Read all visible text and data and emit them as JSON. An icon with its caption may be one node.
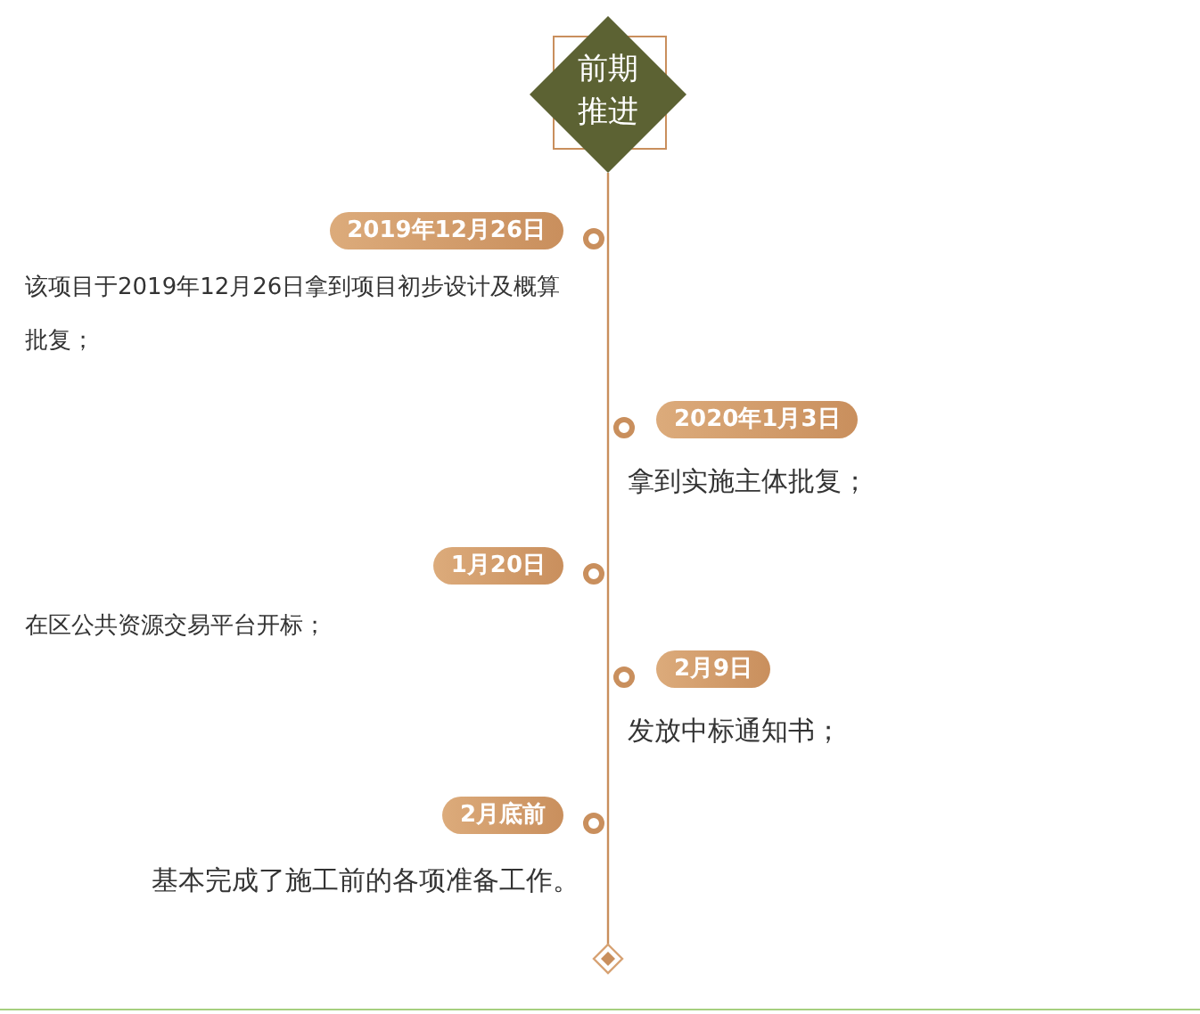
{
  "diagram": {
    "nodes": [
      {
        "text": [
          "前期推进"
        ]
      },
      {
        "text": [
          "2019年12月26日"
        ],
        "beside": [
          "该项目于2019年12月26日拿到项目初步设计及概算批复；"
        ]
      },
      {
        "text": [
          "2020年1月3日"
        ],
        "beside": [
          "拿到实施主体批复；"
        ]
      },
      {
        "text": [
          "1月20日"
        ]
      },
      {
        "text": [
          "2月9日"
        ],
        "beside": [
          "发放中标通知书；"
        ]
      },
      {
        "text": [
          "2月底前"
        ],
        "beside": [
          "基本完成了施工前的各项准备工作。"
        ]
      },
      {
        "text": [],
        "shape": "diamond"
      }
    ],
    "edges": [
      {
        "from": 0,
        "to": 6,
        "arrow": "none"
      }
    ],
    "labels": [
      "在区公共资源交易平台开标；"
    ]
  }
}
